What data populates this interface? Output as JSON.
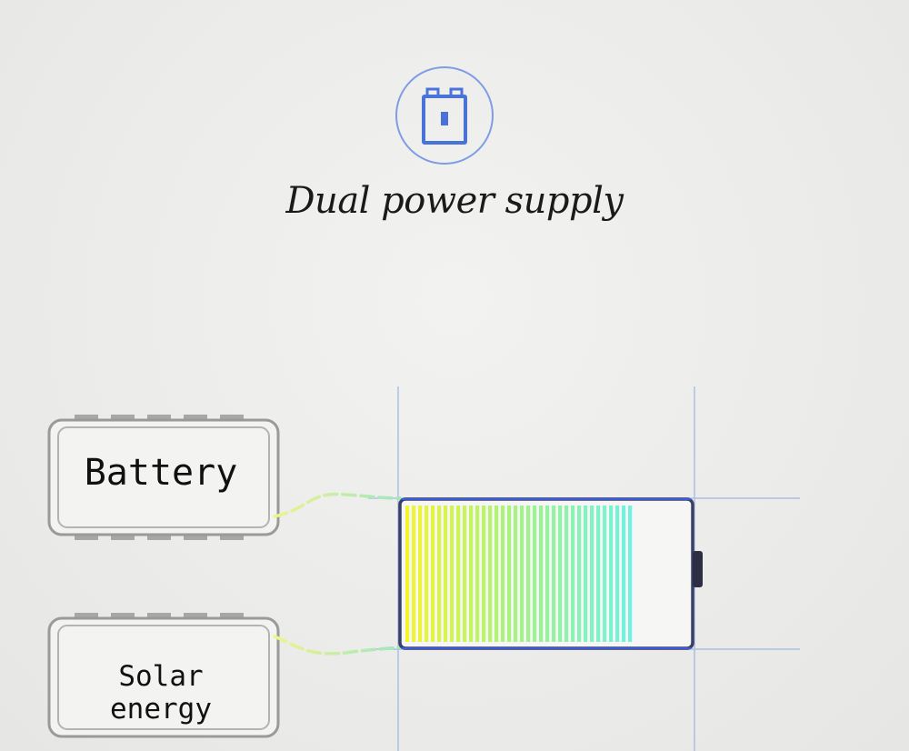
{
  "header": {
    "icon": "battery-icon",
    "title": "Dual power supply"
  },
  "sources": [
    {
      "label": "Battery",
      "icon": "chip-frame"
    },
    {
      "label": "Solar energy",
      "icon": "chip-frame"
    }
  ],
  "battery_graphic": {
    "charge_level": 0.82,
    "colors": {
      "start": "#f2f53a",
      "mid": "#a6f38a",
      "end": "#6ff0e6"
    },
    "outline_color": "#3b5bd8",
    "guide_line_color": "#8aa8e0",
    "connector_color": "#b8f06a"
  },
  "colors": {
    "accent": "#4a73d9",
    "chip_border": "#9a9a9a"
  }
}
